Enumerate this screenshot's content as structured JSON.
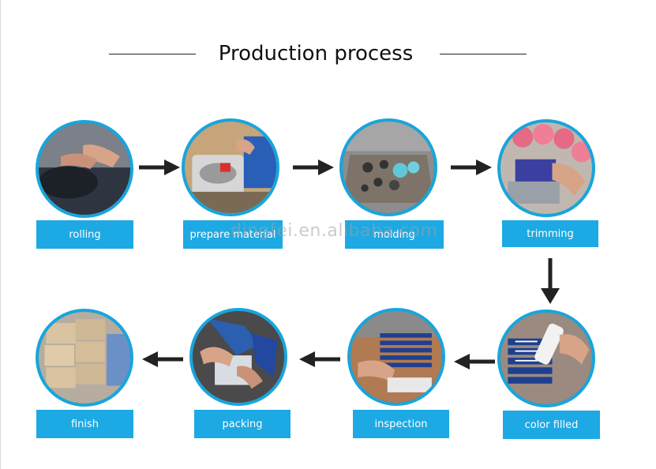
{
  "title": "Production process",
  "watermark": "dingfei.en.alibaba.com",
  "accent_color": "#1da9e3",
  "steps": [
    {
      "label": "rolling"
    },
    {
      "label": "prepare material"
    },
    {
      "label": "molding"
    },
    {
      "label": "trimming"
    },
    {
      "label": "color filled"
    },
    {
      "label": "inspection"
    },
    {
      "label": "packing"
    },
    {
      "label": "finish"
    }
  ]
}
